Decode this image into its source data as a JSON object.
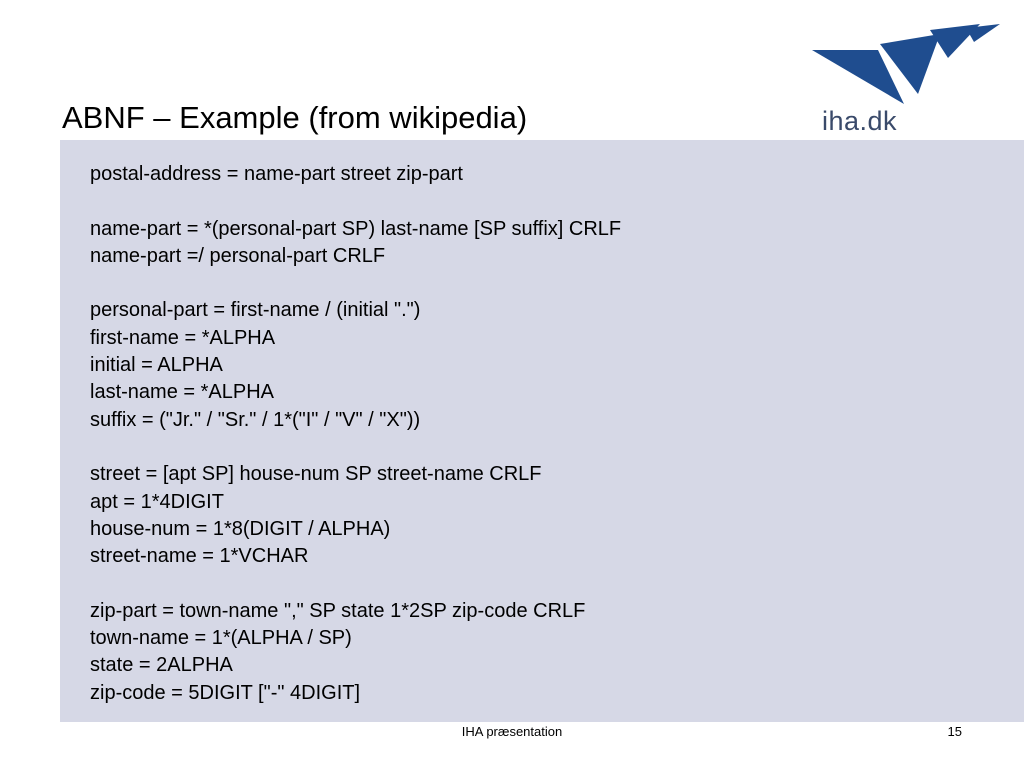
{
  "slide": {
    "title": "ABNF – Example (from wikipedia)",
    "logo_text": "iha.dk",
    "logo_icon": "iha-wings-logo",
    "lines": [
      "postal-address = name-part street zip-part",
      "",
      "name-part = *(personal-part SP) last-name [SP suffix] CRLF",
      "name-part =/ personal-part CRLF",
      "",
      "personal-part = first-name / (initial \".\")",
      "first-name = *ALPHA",
      "initial = ALPHA",
      "last-name = *ALPHA",
      "suffix = (\"Jr.\" / \"Sr.\" / 1*(\"I\" / \"V\" / \"X\"))",
      "",
      "street = [apt SP] house-num SP street-name CRLF",
      "apt = 1*4DIGIT",
      "house-num = 1*8(DIGIT / ALPHA)",
      "street-name = 1*VCHAR",
      "",
      "zip-part = town-name \",\" SP state 1*2SP zip-code CRLF",
      "town-name = 1*(ALPHA / SP)",
      "state = 2ALPHA",
      "zip-code = 5DIGIT [\"-\" 4DIGIT]"
    ]
  },
  "footer": {
    "center_text": "IHA præsentation",
    "page_number": "15"
  },
  "colors": {
    "content_background": "#d6d8e6",
    "logo_blue": "#1f4d8f",
    "logo_text": "#3a4a6a"
  }
}
